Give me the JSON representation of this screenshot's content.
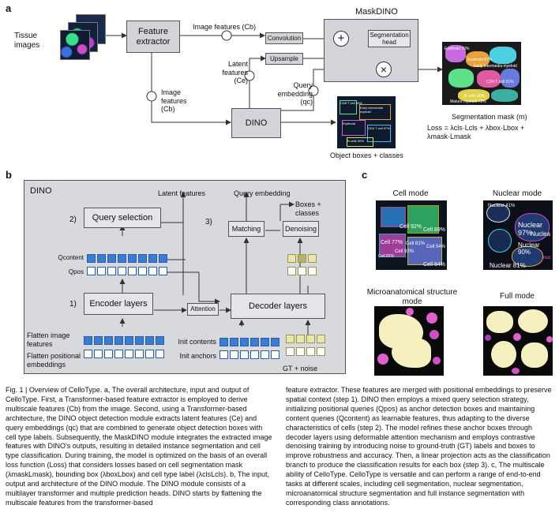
{
  "panel_labels": {
    "a": "a",
    "b": "b",
    "c": "c"
  },
  "panel_a": {
    "tissue_images": "Tissue images",
    "feature_extractor": "Feature extractor",
    "image_features_top": "Image features (Cb)",
    "image_features_left": "Image features (Cb)",
    "latent_features": "Latent features (Ce)",
    "query_embedding": "Query embedding (qc)",
    "convolution": "Convolution",
    "upsample": "Upsample",
    "maskdino": "MaskDINO",
    "segmentation_head": "Segmentation head",
    "dino": "DINO",
    "object_boxes": "Object boxes + classes",
    "segmentation_mask": "Segmentation mask (m)",
    "loss": "Loss = λcls·Lcls + λbox·Lbox + λmask·Lmask",
    "plus_symbol": "+",
    "times_symbol": "×",
    "seg_labels": [
      "Erythroid 70%",
      "Erythroid 87%",
      "Early intermedia myeloid",
      "CD4 T cell 91%",
      "B cells 90%",
      "Mature myeloid 72%"
    ],
    "box_labels": [
      "CD8 T cell 94%",
      "Early intermedia myeloid",
      "Erythroid",
      "CD4 T cell 97%",
      "B cells 90%"
    ]
  },
  "panel_b": {
    "title": "DINO",
    "latent_features": "Latent features",
    "query_embedding": "Query embedding",
    "boxes_classes": "Boxes + classes",
    "step1": "1)",
    "step2": "2)",
    "step3": "3)",
    "query_selection": "Query selection",
    "q_content": "Qcontent",
    "q_pos": "Qpos",
    "encoder_layers": "Encoder layers",
    "flatten_image_features": "Flatten image features",
    "flatten_positional": "Flatten positional embeddings",
    "matching": "Matching",
    "denoising": "Denoising",
    "attention": "Attention",
    "decoder_layers": "Decoder layers",
    "init_contents": "Init contents",
    "init_anchors": "Init anchors",
    "gt_noise": "GT + noise"
  },
  "panel_c": {
    "cell_mode": "Cell mode",
    "nuclear_mode": "Nuclear mode",
    "microanatomical_mode": "Microanatomical structure mode",
    "full_mode": "Full mode",
    "cell_labels": [
      "Cell 92%",
      "Cell 89%",
      "Cell 77%",
      "Cell 81%",
      "Cell 54%",
      "Cell 84%",
      "Cell 82%"
    ],
    "nuclear_labels": [
      "Nuclear 41%",
      "Nuclear 97%",
      "Nuclea",
      "Nuclear 90%",
      "Nuclear 81%",
      "nuc"
    ]
  },
  "caption": {
    "left": "Fig. 1 | Overview of CelloType. a, The overall architecture, input and output of CelloType. First, a Transformer-based feature extractor is employed to derive multiscale features (Cb) from the image. Second, using a Transformer-based architecture, the DINO object detection module extracts latent features (Ce) and query embeddings (qc) that are combined to generate object detection boxes with cell type labels. Subsequently, the MaskDINO module integrates the extracted image features with DINO's outputs, resulting in detailed instance segmentation and cell type classification. During training, the model is optimized on the basis of an overall loss function (Loss) that considers losses based on cell segmentation mask (λmaskLmask), bounding box (λboxLbox) and cell type label (λclsLcls). b, The input, output and architecture of the DINO module. The DINO module consists of a multilayer transformer and multiple prediction heads. DINO starts by flattening the multiscale features from the transformer-based",
    "right": "feature extractor. These features are merged with positional embeddings to preserve spatial context (step 1). DINO then employs a mixed query selection strategy, initializing positional queries (Qpos) as anchor detection boxes and maintaining content queries (Qcontent) as learnable features, thus adapting to the diverse characteristics of cells (step 2). The model refines these anchor boxes through decoder layers using deformable attention mechanism and employs contrastive denoising training by introducing noise to ground-truth (GT) labels and boxes to improve robustness and accuracy. Then, a linear projection acts as the classification branch to produce the classification results for each box (step 3). c, The multiscale ability of CelloType. CelloType is versatile and can perform a range of end-to-end tasks at different scales, including cell segmentation, nuclear segmentation, microanatomical structure segmentation and full instance segmentation with corresponding class annotations."
  },
  "colors": {
    "box_fill": "#d2d4d9",
    "panel_b_bg": "#d8d9dc",
    "blue_token": "#3a7bd5",
    "yellow_token": "#e8e6a8",
    "olive_token": "#b5b36a",
    "line": "#333333"
  }
}
